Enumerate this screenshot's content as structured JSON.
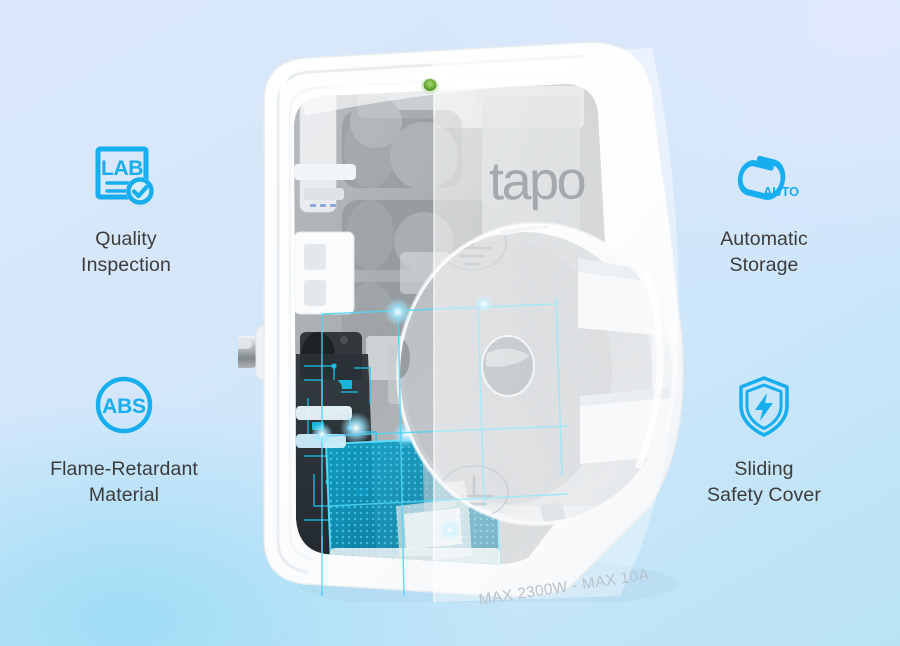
{
  "background": {
    "top_right_color": "#dde7fb",
    "bottom_left_color": "#b9e3f5",
    "base_color": "#d6e8fa"
  },
  "accent_color": "#17AEF0",
  "text_color": "#3c3c3c",
  "features": [
    {
      "id": "quality-inspection",
      "icon": "lab-document-check-icon",
      "icon_label": "LAB",
      "caption": "Quality\nInspection",
      "position": "top-left"
    },
    {
      "id": "flame-retardant",
      "icon": "abs-circle-icon",
      "icon_label": "ABS",
      "caption": "Flame-Retardant\nMaterial",
      "position": "bottom-left"
    },
    {
      "id": "automatic-storage",
      "icon": "paperclip-auto-icon",
      "icon_label": "AUTO",
      "caption": "Automatic\nStorage",
      "position": "top-right"
    },
    {
      "id": "sliding-safety-cover",
      "icon": "shield-bolt-icon",
      "icon_label": "",
      "caption": "Sliding\nSafety Cover",
      "position": "bottom-right"
    }
  ],
  "product": {
    "name": "smart-plug-cutaway",
    "brand": "tapo",
    "rating_text": "MAX 2300W - MAX 10A",
    "led_color": "#73b33f",
    "shell_color": "#ffffff",
    "circuit_accent": "#0fb8e8",
    "chip_color": "#0d7f9e"
  }
}
